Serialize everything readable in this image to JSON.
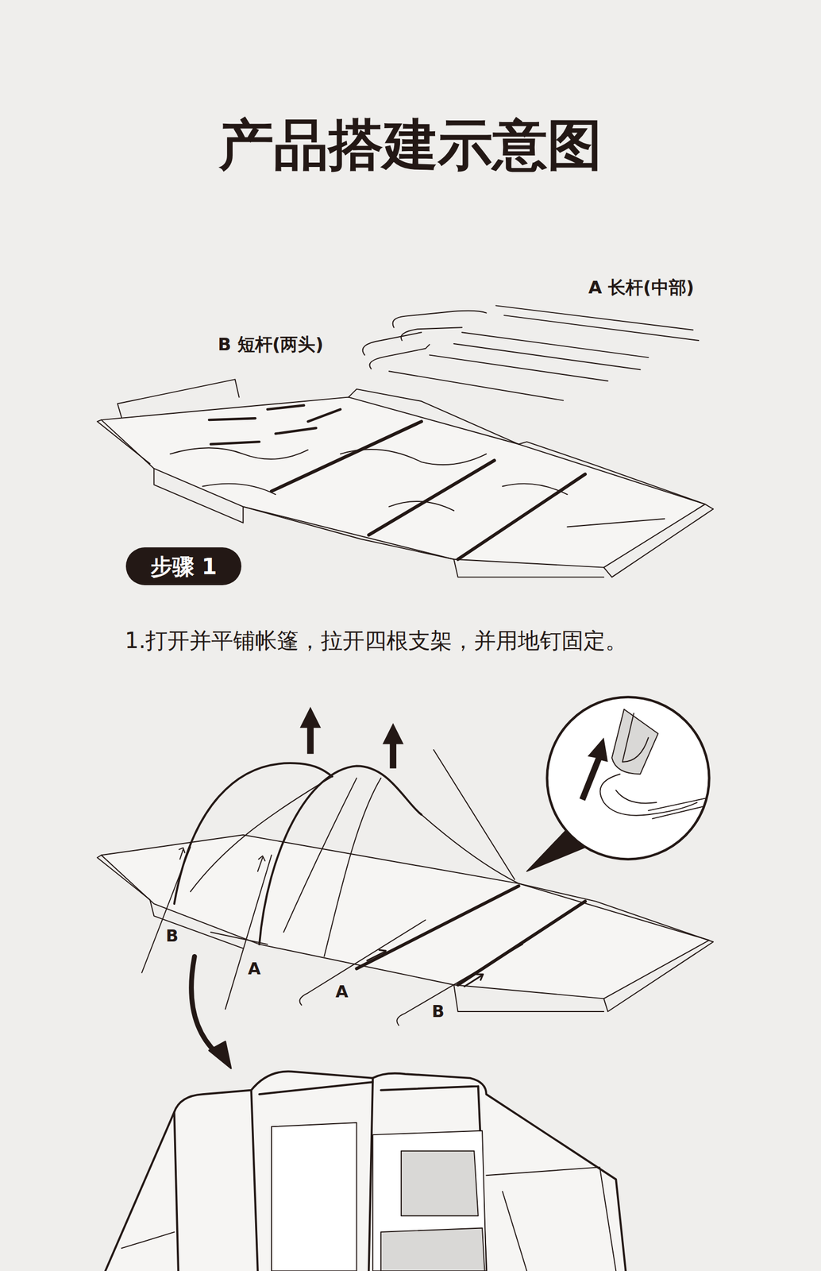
{
  "diagram": {
    "title": "产品搭建示意图",
    "nodes": [
      {
        "text": [
          "步骤 1"
        ]
      }
    ],
    "labels": [
      "A 长杆(中部)",
      "B 短杆(两头)",
      "1.打开并平铺帐篷，拉开四根支架，并用地钉固定。",
      "B",
      "A",
      "A",
      "B"
    ]
  }
}
